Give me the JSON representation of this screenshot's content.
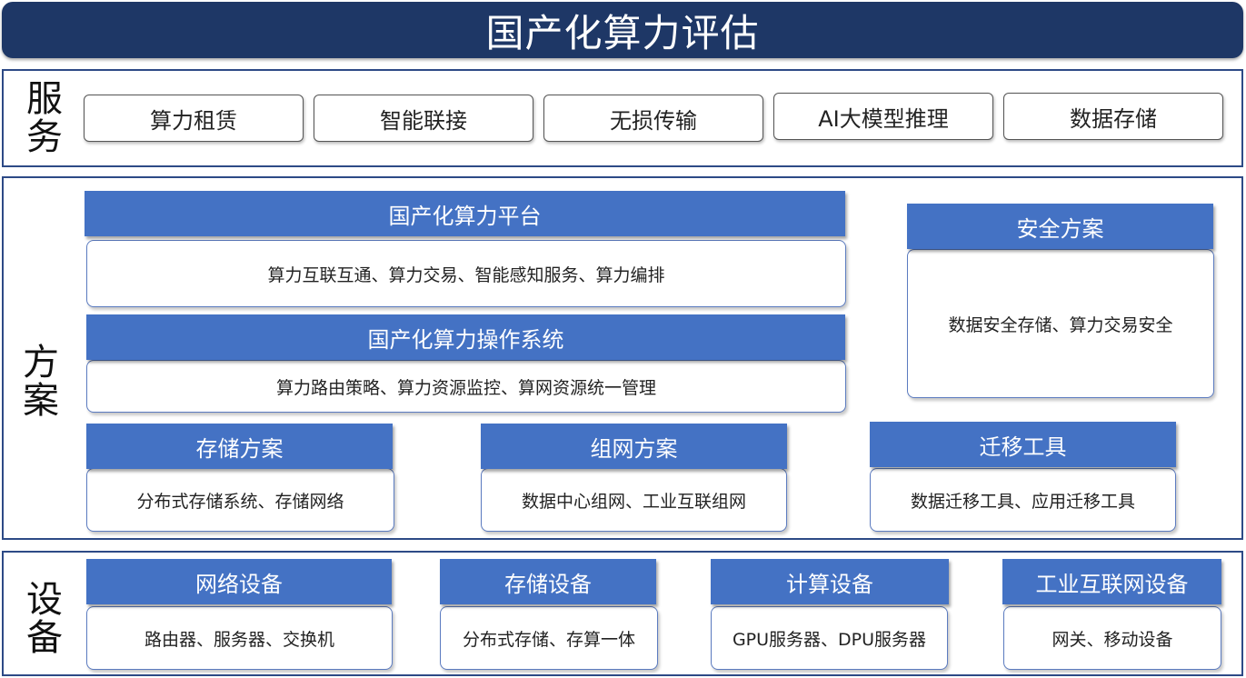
{
  "title": "国产化算力评估",
  "service": {
    "label": [
      "服",
      "务"
    ],
    "items": [
      "算力租赁",
      "智能联接",
      "无损传输",
      "AI大模型推理",
      "数据存储"
    ]
  },
  "solution": {
    "label": [
      "方",
      "案"
    ],
    "platform": {
      "header": "国产化算力平台",
      "body": "算力互联互通、算力交易、智能感知服务、算力编排"
    },
    "os": {
      "header": "国产化算力操作系统",
      "body": "算力路由策略、算力资源监控、算网资源统一管理"
    },
    "security": {
      "header": "安全方案",
      "body": "数据安全存储、算力交易安全"
    },
    "storage": {
      "header": "存储方案",
      "body": "分布式存储系统、存储网络"
    },
    "network": {
      "header": "组网方案",
      "body": "数据中心组网、工业互联组网"
    },
    "migration": {
      "header": "迁移工具",
      "body": "数据迁移工具、应用迁移工具"
    }
  },
  "device": {
    "label": [
      "设",
      "备"
    ],
    "network": {
      "header": "网络设备",
      "body": "路由器、服务器、交换机"
    },
    "storage": {
      "header": "存储设备",
      "body": "分布式存储、存算一体"
    },
    "compute": {
      "header": "计算设备",
      "body": "GPU服务器、DPU服务器"
    },
    "industrial": {
      "header": "工业互联网设备",
      "body": "网关、移动设备"
    }
  },
  "colors": {
    "title_bg": "#1e3766",
    "header_bg": "#4472c4",
    "band_border": "#2d4a86"
  }
}
